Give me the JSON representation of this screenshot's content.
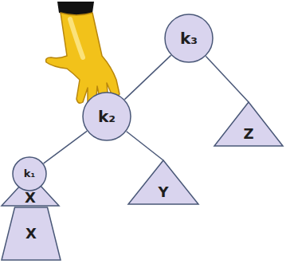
{
  "diagram": {
    "nodes": [
      {
        "text": [
          "k₃"
        ]
      },
      {
        "text": [
          "k₂"
        ]
      },
      {
        "text": [
          "Z"
        ]
      },
      {
        "text": [
          "k₁"
        ]
      },
      {
        "text": [
          "Y"
        ]
      },
      {
        "text": [
          "X"
        ]
      },
      {
        "text": [
          "X"
        ]
      }
    ],
    "edges": [
      {
        "from": 0,
        "to": 1,
        "arrow": "none"
      },
      {
        "from": 0,
        "to": 2,
        "arrow": "none"
      },
      {
        "from": 1,
        "to": 3,
        "arrow": "none"
      },
      {
        "from": 1,
        "to": 4,
        "arrow": "none"
      }
    ]
  }
}
